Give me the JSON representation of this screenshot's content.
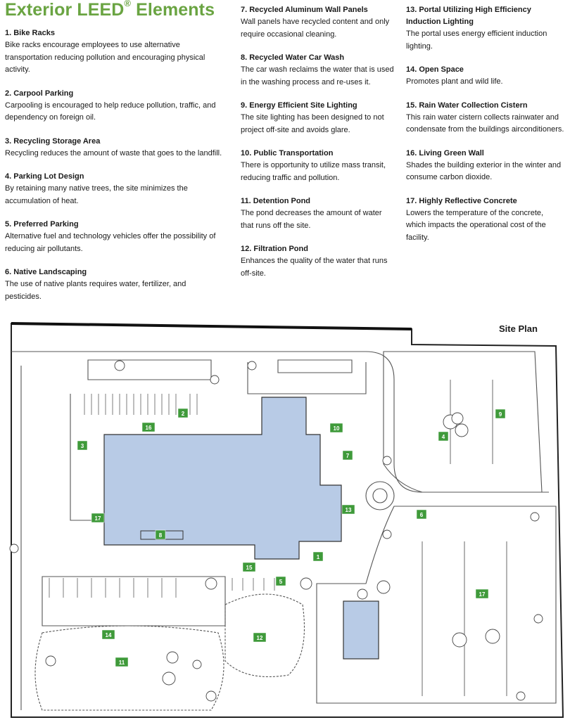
{
  "page": {
    "title_main": "Exterior LEED",
    "title_reg": "®",
    "title_tail": " Elements",
    "title_color": "#6aa442",
    "marker_color": "#3f9a3a",
    "building_color": "#b8cbe6"
  },
  "elements": [
    {
      "title": "1.  Bike Racks",
      "desc": "Bike racks encourage employees to use alternative transportation reducing pollution and encouraging physical activity."
    },
    {
      "title": "2. Carpool Parking",
      "desc": "Carpooling is encouraged to help reduce pollution, traffic, and dependency on foreign oil."
    },
    {
      "title": "3. Recycling Storage Area",
      "desc": "Recycling reduces the amount of waste that goes to the landfill."
    },
    {
      "title": "4. Parking Lot Design",
      "desc": "By retaining many native trees, the site minimizes the accumulation of heat."
    },
    {
      "title": "5. Preferred Parking",
      "desc": "Alternative fuel and technology vehicles offer the possibility of reducing air pollutants."
    },
    {
      "title": "6. Native Landscaping",
      "desc": "The use of native plants requires water, fertilizer, and pesticides."
    },
    {
      "title": "7. Recycled Aluminum Wall Panels",
      "desc": "Wall panels have recycled content and only require occasional cleaning."
    },
    {
      "title": "8. Recycled Water Car Wash",
      "desc": "The car wash reclaims the water that is used in the washing process and re-uses it."
    },
    {
      "title": "9. Energy Efficient Site Lighting",
      "desc": "The site lighting has been designed to not project off-site and avoids glare."
    },
    {
      "title": "10. Public Transportation",
      "desc": "There is opportunity to utilize mass transit, reducing traffic and pollution."
    },
    {
      "title": "11. Detention Pond",
      "desc": "The pond decreases the amount of water that runs off the site."
    },
    {
      "title": "12. Filtration Pond",
      "desc": "Enhances the quality of the water that runs off-site."
    },
    {
      "title": "13. Portal Utilizing High Efficiency Induction Lighting",
      "desc": "The portal uses energy efficient induction lighting."
    },
    {
      "title": "14. Open Space",
      "desc": "Promotes plant and wild life."
    },
    {
      "title": "15. Rain Water Collection Cistern",
      "desc": "This rain water cistern collects rainwater and condensate from the buildings airconditioners."
    },
    {
      "title": "16. Living Green Wall",
      "desc": "Shades the building exterior in the winter and consume carbon dioxide."
    },
    {
      "title": "17. Highly Reflective Concrete",
      "desc": "Lowers the temperature of the concrete, which impacts the operational cost of the facility."
    }
  ],
  "site_plan": {
    "label": "Site Plan",
    "markers": [
      "1",
      "2",
      "3",
      "4",
      "5",
      "6",
      "7",
      "8",
      "9",
      "10",
      "11",
      "12",
      "13",
      "14",
      "15",
      "16",
      "17",
      "17"
    ]
  }
}
